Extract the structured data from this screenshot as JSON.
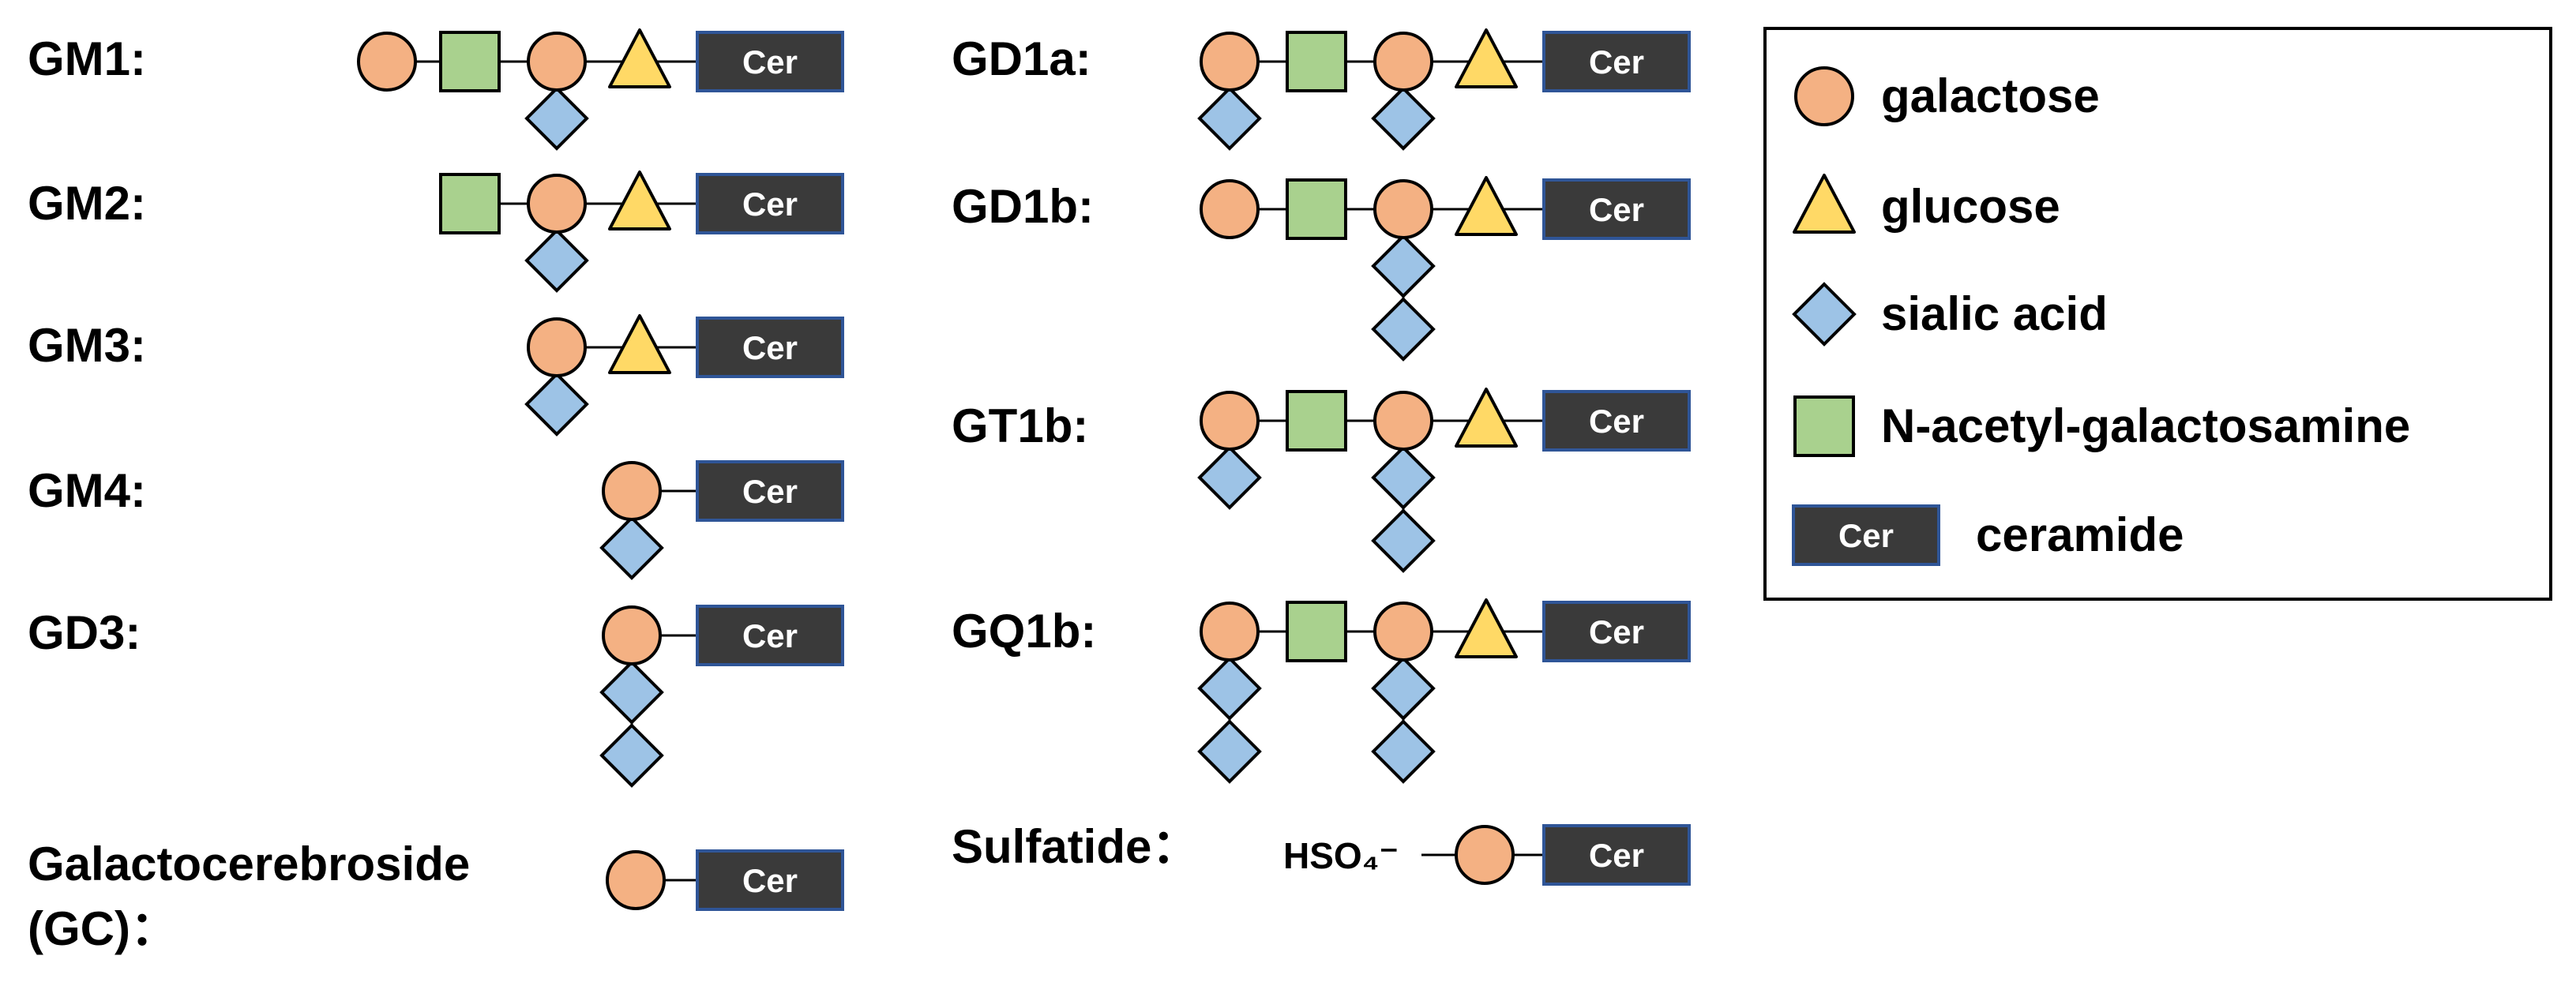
{
  "colors": {
    "galactose": "#F4B183",
    "glucose": "#FFD966",
    "sialic_acid": "#9DC3E6",
    "galnac": "#A9D18E",
    "ceramide_fill": "#3A3A3A",
    "ceramide_border": "#2F5597",
    "stroke": "#000000"
  },
  "ceramide_label": "Cer",
  "legend": {
    "items": [
      {
        "shape": "circle",
        "label": "galactose"
      },
      {
        "shape": "triangle",
        "label": "glucose"
      },
      {
        "shape": "diamond",
        "label": "sialic acid"
      },
      {
        "shape": "square",
        "label": "N-acetyl-galactosamine"
      },
      {
        "shape": "cer",
        "label": "ceramide"
      }
    ]
  },
  "glycolipids": [
    {
      "name": "GM1:",
      "chain": [
        "circle",
        "square",
        "circle",
        "triangle",
        "cer"
      ],
      "branches": [
        [],
        [],
        [
          "diamond"
        ],
        [],
        []
      ]
    },
    {
      "name": "GM2:",
      "chain": [
        "square",
        "circle",
        "triangle",
        "cer"
      ],
      "branches": [
        [],
        [
          "diamond"
        ],
        [],
        []
      ]
    },
    {
      "name": "GM3:",
      "chain": [
        "circle",
        "triangle",
        "cer"
      ],
      "branches": [
        [
          "diamond"
        ],
        [],
        []
      ]
    },
    {
      "name": "GM4:",
      "chain": [
        "circle",
        "cer"
      ],
      "branches": [
        [
          "diamond"
        ],
        []
      ]
    },
    {
      "name": "GD3:",
      "chain": [
        "circle",
        "cer"
      ],
      "branches": [
        [
          "diamond",
          "diamond"
        ],
        []
      ]
    },
    {
      "name": "Galactocerebroside",
      "name2": "(GC)：",
      "chain": [
        "circle",
        "cer"
      ],
      "branches": [
        [],
        []
      ]
    },
    {
      "name": "GD1a:",
      "chain": [
        "circle",
        "square",
        "circle",
        "triangle",
        "cer"
      ],
      "branches": [
        [
          "diamond"
        ],
        [],
        [
          "diamond"
        ],
        [],
        []
      ]
    },
    {
      "name": "GD1b:",
      "chain": [
        "circle",
        "square",
        "circle",
        "triangle",
        "cer"
      ],
      "branches": [
        [],
        [],
        [
          "diamond",
          "diamond"
        ],
        [],
        []
      ]
    },
    {
      "name": "GT1b:",
      "chain": [
        "circle",
        "square",
        "circle",
        "triangle",
        "cer"
      ],
      "branches": [
        [
          "diamond"
        ],
        [],
        [
          "diamond",
          "diamond"
        ],
        [],
        []
      ]
    },
    {
      "name": "GQ1b:",
      "chain": [
        "circle",
        "square",
        "circle",
        "triangle",
        "cer"
      ],
      "branches": [
        [
          "diamond",
          "diamond"
        ],
        [],
        [
          "diamond",
          "diamond"
        ],
        [],
        []
      ]
    },
    {
      "name": "Sulfatide：",
      "prefix": "HSO₄⁻",
      "chain": [
        "circle",
        "cer"
      ],
      "branches": [
        [],
        []
      ]
    }
  ]
}
